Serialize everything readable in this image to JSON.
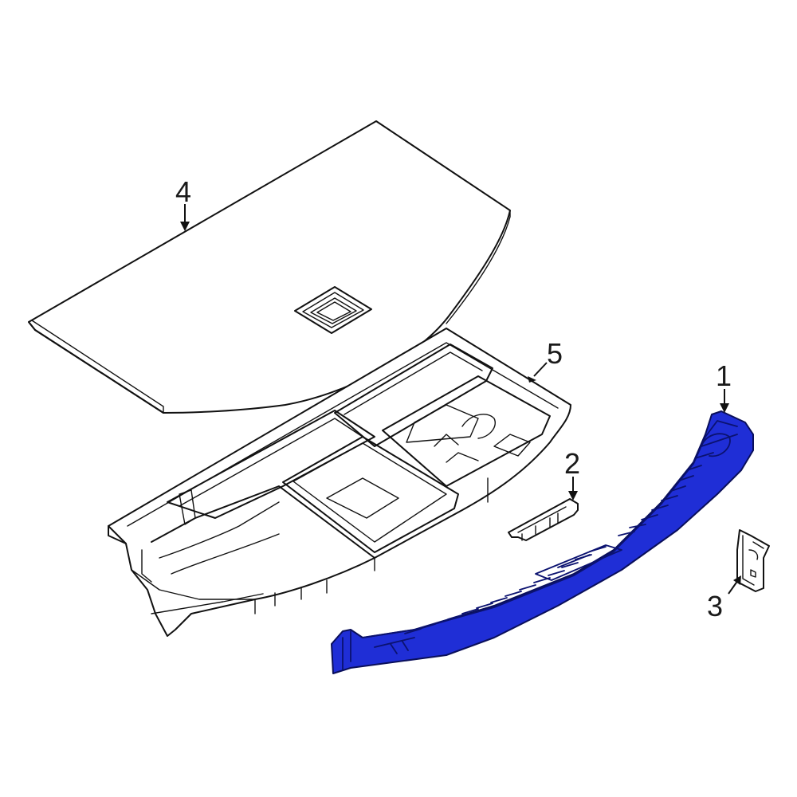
{
  "callouts": {
    "part1": "1",
    "part2": "2",
    "part3": "3",
    "part4": "4",
    "part5": "5"
  },
  "colors": {
    "highlight": "#1f2ed6",
    "line": "#111111",
    "background": "#ffffff"
  }
}
